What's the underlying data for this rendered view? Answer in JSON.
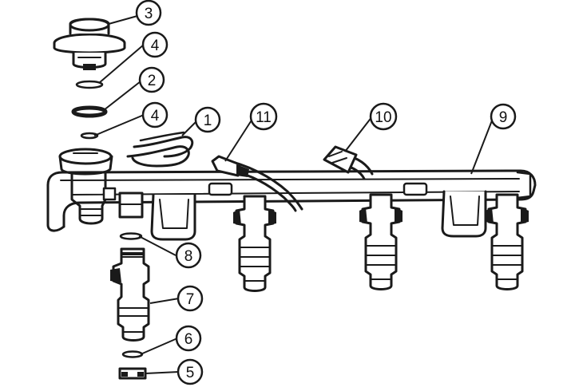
{
  "diagram": {
    "callouts": [
      {
        "id": "c3",
        "label": "3"
      },
      {
        "id": "c4a",
        "label": "4"
      },
      {
        "id": "c2",
        "label": "2"
      },
      {
        "id": "c4b",
        "label": "4"
      },
      {
        "id": "c1",
        "label": "1"
      },
      {
        "id": "c11",
        "label": "11"
      },
      {
        "id": "c10",
        "label": "10"
      },
      {
        "id": "c9",
        "label": "9"
      },
      {
        "id": "c8",
        "label": "8"
      },
      {
        "id": "c7",
        "label": "7"
      },
      {
        "id": "c6",
        "label": "6"
      },
      {
        "id": "c5",
        "label": "5"
      }
    ]
  }
}
